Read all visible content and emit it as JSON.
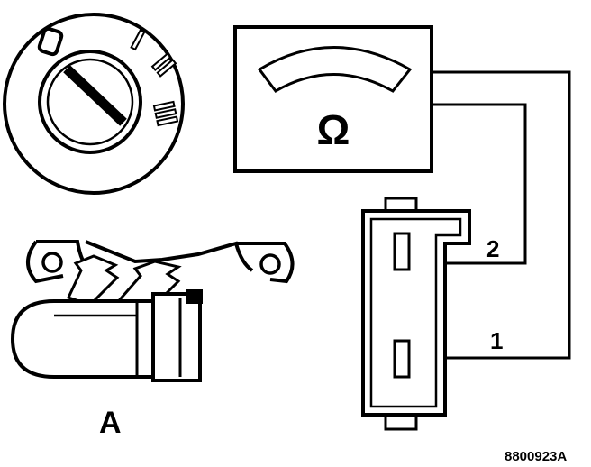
{
  "meter": {
    "symbol": "Ω"
  },
  "switch": {
    "position_0": "0",
    "position_1": "I",
    "position_2": "II",
    "position_3": "III"
  },
  "connector": {
    "terminal_1": "1",
    "terminal_2": "2"
  },
  "view_label": "A",
  "figure_code": "8800923A",
  "colors": {
    "ink": "#000000",
    "paper": "#ffffff"
  }
}
